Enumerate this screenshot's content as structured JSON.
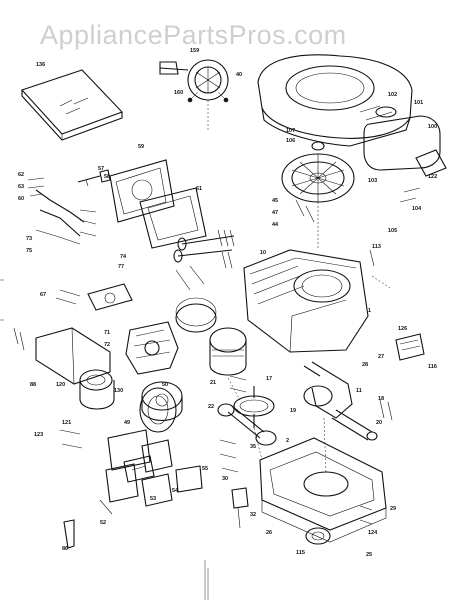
{
  "watermark": "AppliancePartsPros.com",
  "labels": [
    {
      "id": "L1",
      "text": "159"
    },
    {
      "id": "L2",
      "text": "160"
    },
    {
      "id": "L3",
      "text": "40"
    },
    {
      "id": "L4",
      "text": "101"
    },
    {
      "id": "L5",
      "text": "102"
    },
    {
      "id": "L6",
      "text": "100"
    },
    {
      "id": "L7",
      "text": "136"
    },
    {
      "id": "L8",
      "text": "107"
    },
    {
      "id": "L9",
      "text": "106"
    },
    {
      "id": "L10",
      "text": "122"
    },
    {
      "id": "L11",
      "text": "103"
    },
    {
      "id": "L12",
      "text": "104"
    },
    {
      "id": "L13",
      "text": "105"
    },
    {
      "id": "L14",
      "text": "62"
    },
    {
      "id": "L15",
      "text": "63"
    },
    {
      "id": "L16",
      "text": "60"
    },
    {
      "id": "L17",
      "text": "57"
    },
    {
      "id": "L18",
      "text": "58"
    },
    {
      "id": "L19",
      "text": "59"
    },
    {
      "id": "L20",
      "text": "45"
    },
    {
      "id": "L21",
      "text": "47"
    },
    {
      "id": "L22",
      "text": "44"
    },
    {
      "id": "L23",
      "text": "73"
    },
    {
      "id": "L24",
      "text": "75"
    },
    {
      "id": "L25",
      "text": "74"
    },
    {
      "id": "L26",
      "text": "77"
    },
    {
      "id": "L27",
      "text": "113"
    },
    {
      "id": "L28",
      "text": "1"
    },
    {
      "id": "L29",
      "text": "10"
    },
    {
      "id": "L30",
      "text": "71"
    },
    {
      "id": "L31",
      "text": "72"
    },
    {
      "id": "L32",
      "text": "67"
    },
    {
      "id": "L33",
      "text": "88"
    },
    {
      "id": "L34",
      "text": "120"
    },
    {
      "id": "L35",
      "text": "121"
    },
    {
      "id": "L36",
      "text": "17"
    },
    {
      "id": "L37",
      "text": "21"
    },
    {
      "id": "L38",
      "text": "22"
    },
    {
      "id": "L39",
      "text": "27"
    },
    {
      "id": "L40",
      "text": "28"
    },
    {
      "id": "L41",
      "text": "126"
    },
    {
      "id": "L42",
      "text": "116"
    },
    {
      "id": "L43",
      "text": "11"
    },
    {
      "id": "L44",
      "text": "19"
    },
    {
      "id": "L45",
      "text": "18"
    },
    {
      "id": "L46",
      "text": "20"
    },
    {
      "id": "L47",
      "text": "2"
    },
    {
      "id": "L48",
      "text": "29"
    },
    {
      "id": "L49",
      "text": "124"
    },
    {
      "id": "L50",
      "text": "26"
    },
    {
      "id": "L51",
      "text": "115"
    },
    {
      "id": "L52",
      "text": "32"
    },
    {
      "id": "L53",
      "text": "35"
    },
    {
      "id": "L54",
      "text": "30"
    },
    {
      "id": "L55",
      "text": "25"
    },
    {
      "id": "L56",
      "text": "53"
    },
    {
      "id": "L57",
      "text": "54"
    },
    {
      "id": "L58",
      "text": "55"
    },
    {
      "id": "L59",
      "text": "52"
    },
    {
      "id": "L60",
      "text": "50"
    },
    {
      "id": "L61",
      "text": "49"
    },
    {
      "id": "L62",
      "text": "86"
    },
    {
      "id": "L63",
      "text": "123"
    },
    {
      "id": "L64",
      "text": "61"
    },
    {
      "id": "L65",
      "text": "130"
    }
  ]
}
